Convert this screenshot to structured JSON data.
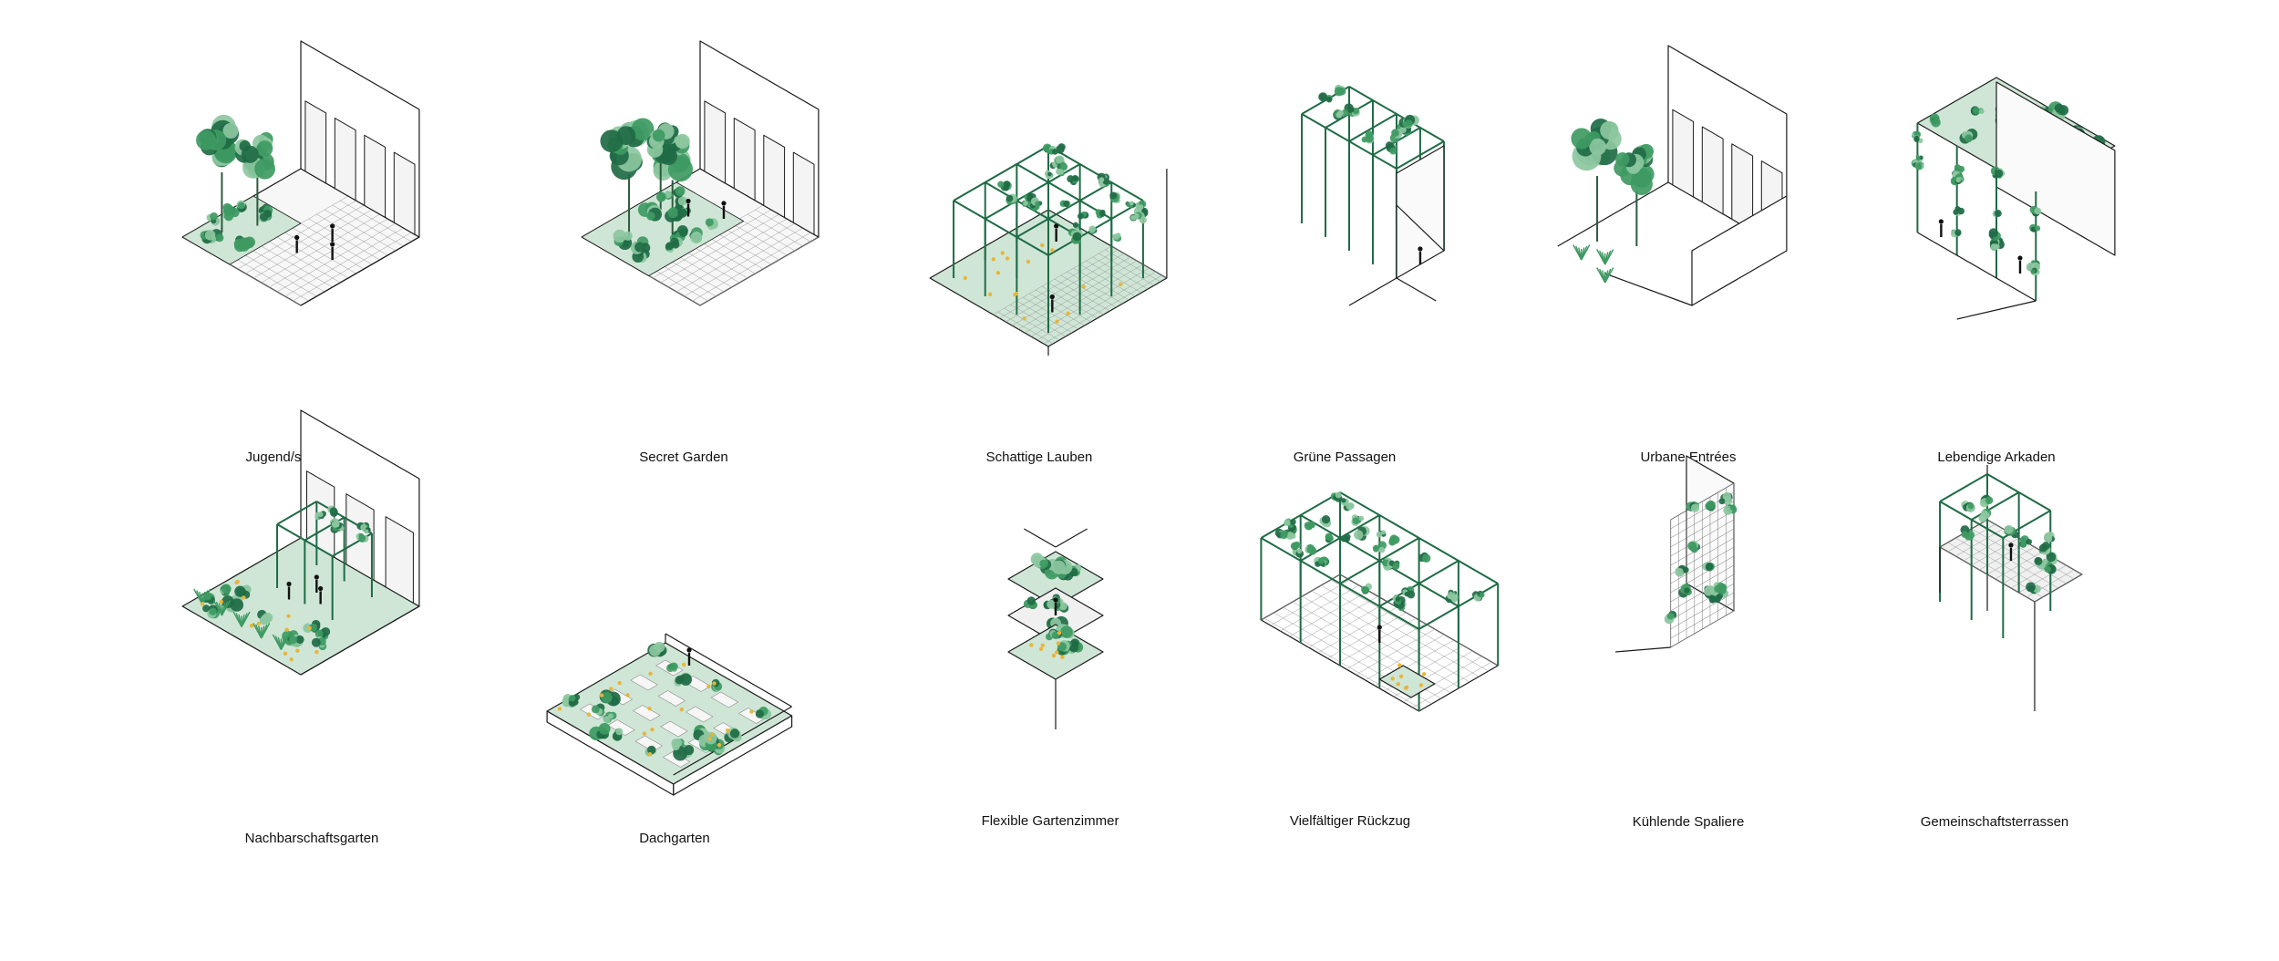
{
  "colors": {
    "line": "#1a1a1a",
    "foliage_dark": "#1f6b45",
    "foliage_mid": "#3e9a62",
    "foliage_light": "#8cc7a0",
    "ground": "#cfe6d6",
    "accent_yellow": "#e8b53a"
  },
  "modules": [
    {
      "id": "jugend",
      "label": "Jugend/spiel/zone",
      "icon": "courtyard-play-icon"
    },
    {
      "id": "secret",
      "label": "Secret Garden",
      "icon": "courtyard-garden-icon"
    },
    {
      "id": "lauben",
      "label": "Schattige Lauben",
      "icon": "pergola-icon"
    },
    {
      "id": "passagen",
      "label": "Grüne Passagen",
      "icon": "passage-canopy-icon"
    },
    {
      "id": "entrees",
      "label": "Urbane Entrées",
      "icon": "entrance-icon"
    },
    {
      "id": "arkaden",
      "label": "Lebendige Arkaden",
      "icon": "arcade-icon"
    },
    {
      "id": "nachbar",
      "label": "Nachbarschaftsgarten",
      "icon": "neighbourhood-garden-icon"
    },
    {
      "id": "dach",
      "label": "Dachgarten",
      "icon": "roof-garden-icon"
    },
    {
      "id": "gartenzimmer",
      "label": "Flexible Gartenzimmer",
      "icon": "garden-room-icon"
    },
    {
      "id": "rueckzug",
      "label": "Vielfältiger Rückzug",
      "icon": "retreat-icon"
    },
    {
      "id": "spaliere",
      "label": "Kühlende Spaliere",
      "icon": "trellis-icon"
    },
    {
      "id": "terrassen",
      "label": "Gemeinschaftsterrassen",
      "icon": "terrace-icon"
    }
  ]
}
